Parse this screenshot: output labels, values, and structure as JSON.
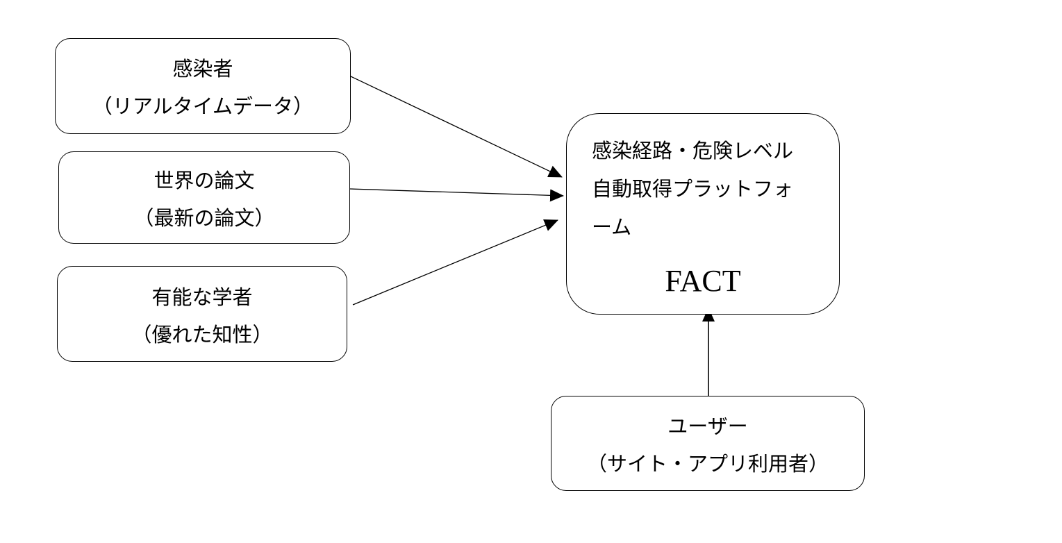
{
  "diagram": {
    "sources": [
      {
        "id": "infected",
        "title": "感染者",
        "subtitle": "（リアルタイムデータ）"
      },
      {
        "id": "papers",
        "title": "世界の論文",
        "subtitle": "（最新の論文）"
      },
      {
        "id": "scholars",
        "title": "有能な学者",
        "subtitle": "（優れた知性）"
      }
    ],
    "platform": {
      "lines": [
        "感染経路・危険レベル",
        "自動取得プラットフォ",
        "ーム"
      ],
      "name": "FACT"
    },
    "user": {
      "title": "ユーザー",
      "subtitle": "（サイト・アプリ利用者）"
    },
    "colors": {
      "stroke": "#000000",
      "background": "#ffffff"
    }
  }
}
